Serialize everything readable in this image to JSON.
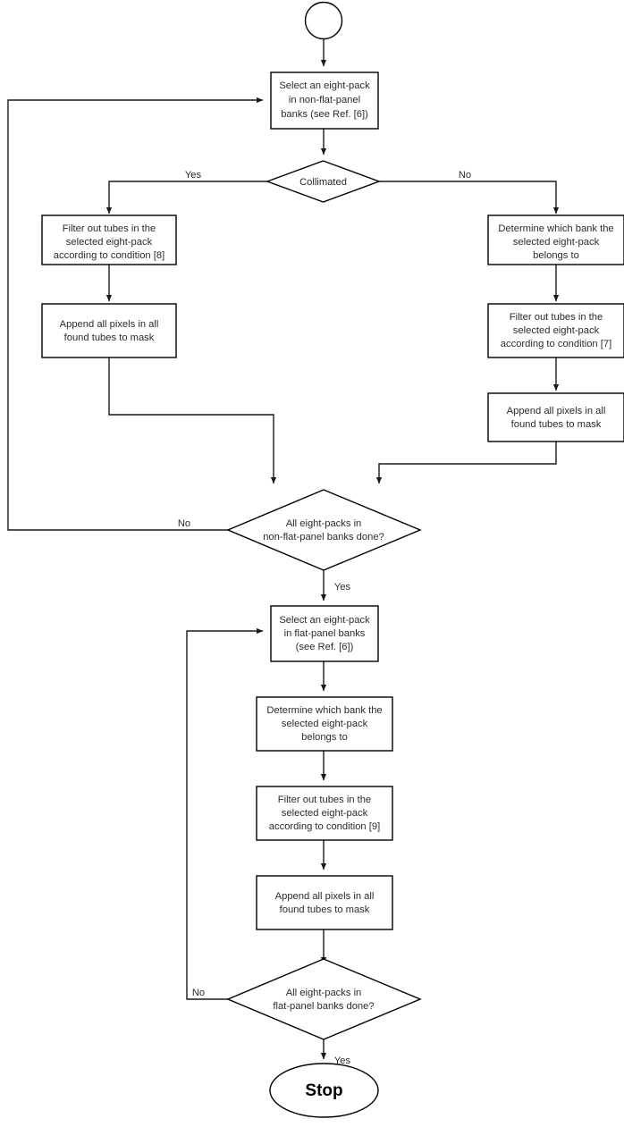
{
  "diagram": {
    "title": "Eight-pack masking flowchart",
    "colors": {
      "stroke": "#000000",
      "edge": "#1a1a1a",
      "text": "#2b2b2b",
      "background": "#ffffff"
    },
    "nodes": {
      "start": {
        "label": "",
        "shape": "circle"
      },
      "select_nonflat": {
        "lines": [
          "Select an eight-pack",
          "in non-flat-panel",
          "banks (see Ref. [6])"
        ],
        "shape": "process"
      },
      "collimated": {
        "lines": [
          "Collimated"
        ],
        "shape": "decision"
      },
      "filter_cond8": {
        "lines": [
          "Filter out tubes in the",
          "selected eight-pack",
          "according to condition [8]"
        ],
        "shape": "process"
      },
      "append_left": {
        "lines": [
          "Append all pixels in all",
          "found tubes to mask"
        ],
        "shape": "process"
      },
      "determine_bank_right": {
        "lines": [
          "Determine which bank the",
          "selected eight-pack",
          "belongs to"
        ],
        "shape": "process"
      },
      "filter_cond7": {
        "lines": [
          "Filter out tubes in the",
          "selected eight-pack",
          "according to condition [7]"
        ],
        "shape": "process"
      },
      "append_right": {
        "lines": [
          "Append all pixels in all",
          "found tubes to mask"
        ],
        "shape": "process"
      },
      "all_nonflat_done": {
        "lines": [
          "All eight-packs in",
          "non-flat-panel banks done?"
        ],
        "shape": "decision"
      },
      "select_flat": {
        "lines": [
          "Select an eight-pack",
          "in flat-panel banks",
          "(see Ref. [6])"
        ],
        "shape": "process"
      },
      "determine_bank_flat": {
        "lines": [
          "Determine which bank the",
          "selected eight-pack",
          "belongs to"
        ],
        "shape": "process"
      },
      "filter_cond9": {
        "lines": [
          "Filter out tubes in the",
          "selected eight-pack",
          "according to condition [9]"
        ],
        "shape": "process"
      },
      "append_flat": {
        "lines": [
          "Append all pixels in all",
          "found tubes to mask"
        ],
        "shape": "process"
      },
      "all_flat_done": {
        "lines": [
          "All eight-packs in",
          "flat-panel banks done?"
        ],
        "shape": "decision"
      },
      "stop": {
        "lines": [
          "Stop"
        ],
        "shape": "terminator"
      }
    },
    "edge_labels": {
      "collimated_yes": "Yes",
      "collimated_no": "No",
      "nonflat_no": "No",
      "nonflat_yes": "Yes",
      "flat_no": "No",
      "flat_yes": "Yes"
    }
  }
}
